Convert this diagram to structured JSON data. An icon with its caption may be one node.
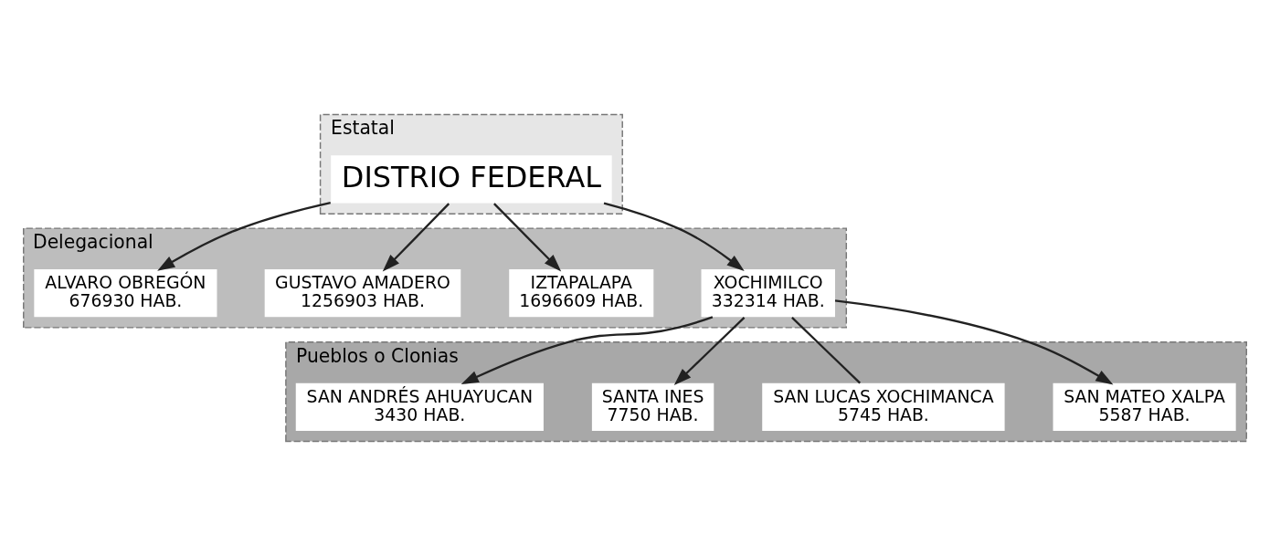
{
  "diagram": {
    "nodes": [
      {
        "text": [
          "Estatal"
        ]
      },
      {
        "text": [
          "DISTRIO FEDERAL"
        ],
        "in": 0
      },
      {
        "text": [
          "Delegacional"
        ]
      },
      {
        "text": [
          "XOCHIMILCO",
          "332314 HAB."
        ],
        "in": 2
      },
      {
        "text": [
          "IZTAPALAPA",
          "1696609 HAB."
        ],
        "in": 2
      },
      {
        "text": [
          "GUSTAVO AMADERO",
          "1256903 HAB."
        ],
        "in": 2
      },
      {
        "text": [
          "ALVARO OBREGÓN",
          "676930 HAB."
        ],
        "in": 2
      },
      {
        "text": [
          "Pueblos o Clonias"
        ]
      },
      {
        "text": [
          "SAN MATEO XALPA",
          "5587 HAB."
        ],
        "in": 7
      },
      {
        "text": [
          "SAN LUCAS XOCHIMANCA",
          "5745 HAB."
        ],
        "in": 7
      },
      {
        "text": [
          "SANTA INES",
          "7750 HAB."
        ],
        "in": 7
      },
      {
        "text": [
          "SAN ANDRÉS AHUAYUCAN",
          "3430 HAB."
        ],
        "in": 7
      }
    ],
    "edges": [
      {
        "from": 1,
        "to": 3,
        "arrow": "to"
      },
      {
        "from": 1,
        "to": 4,
        "arrow": "to"
      },
      {
        "from": 1,
        "to": 5,
        "arrow": "to"
      },
      {
        "from": 1,
        "to": 6,
        "arrow": "to"
      },
      {
        "from": 3,
        "to": 8,
        "arrow": "to"
      },
      {
        "from": 3,
        "to": 9,
        "arrow": "none"
      },
      {
        "from": 3,
        "to": 10,
        "arrow": "to"
      },
      {
        "from": 3,
        "to": 11,
        "arrow": "to"
      }
    ]
  }
}
